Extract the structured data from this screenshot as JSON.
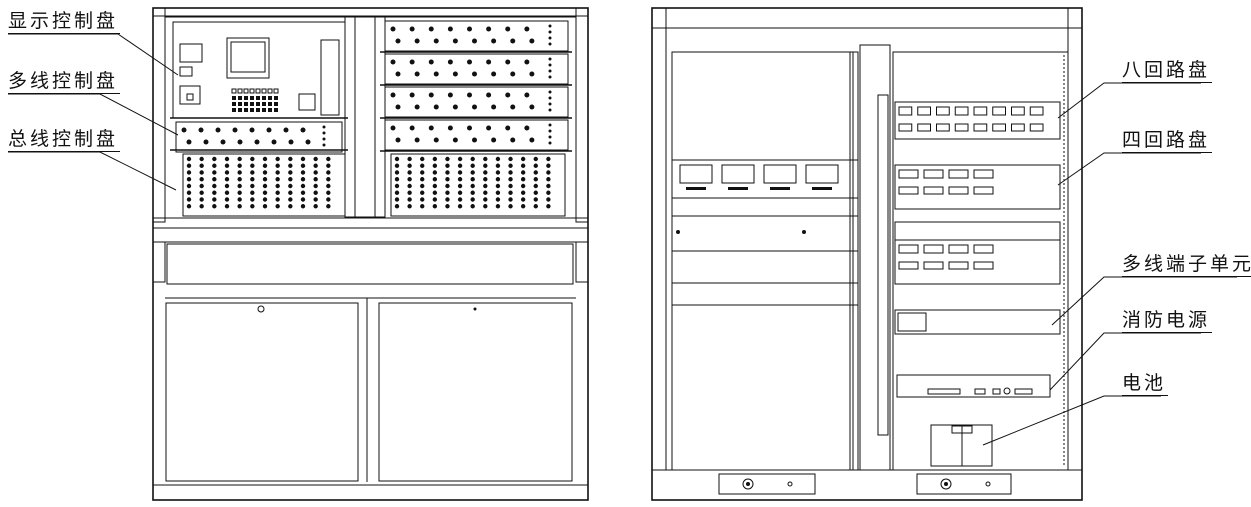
{
  "front_view": {
    "labels": [
      "显示控制盘",
      "多线控制盘",
      "总线控制盘"
    ]
  },
  "interior_view": {
    "labels": [
      "八回路盘",
      "四回路盘",
      "多线端子单元",
      "消防电源",
      "电池"
    ]
  },
  "colors": {
    "line": "#111111",
    "background": "#ffffff"
  }
}
